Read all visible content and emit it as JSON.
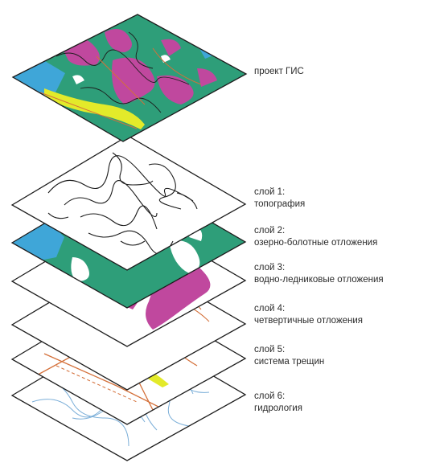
{
  "colors": {
    "green": "#2e9e79",
    "magenta": "#c0489e",
    "blue": "#3fa6d8",
    "orange": "#d4703a",
    "yellow": "#e3ea2a",
    "water_line": "#7aaed8",
    "outline": "#1c1c1c"
  },
  "layers": [
    {
      "id": "gis",
      "icon": "composite-map",
      "lines": [
        "проект ГИС"
      ]
    },
    {
      "id": "l1",
      "icon": "contour-lines",
      "lines": [
        "слой 1:",
        "топография"
      ]
    },
    {
      "id": "l2",
      "icon": "lake-bog",
      "lines": [
        "слой 2:",
        "озерно-болотные отложения"
      ]
    },
    {
      "id": "l3",
      "icon": "glacial-deposit",
      "lines": [
        "слой 3:",
        "водно-ледниковые отложения"
      ]
    },
    {
      "id": "l4",
      "icon": "quaternary",
      "lines": [
        "слой 4:",
        "четвертичные отложения"
      ]
    },
    {
      "id": "l5",
      "icon": "fractures",
      "lines": [
        "слой 5:",
        "система трещин"
      ]
    },
    {
      "id": "l6",
      "icon": "hydrology",
      "lines": [
        "слой 6:",
        "гидрология"
      ]
    }
  ]
}
